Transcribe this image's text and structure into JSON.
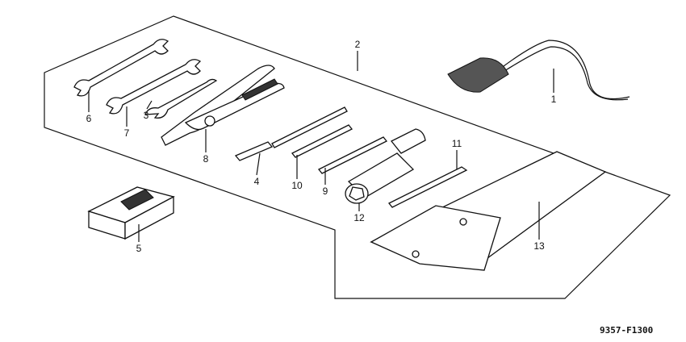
{
  "diagram": {
    "callouts": [
      "1",
      "2",
      "3",
      "4",
      "5",
      "6",
      "7",
      "8",
      "9",
      "10",
      "11",
      "12",
      "13"
    ],
    "code": "9357-F1300"
  }
}
